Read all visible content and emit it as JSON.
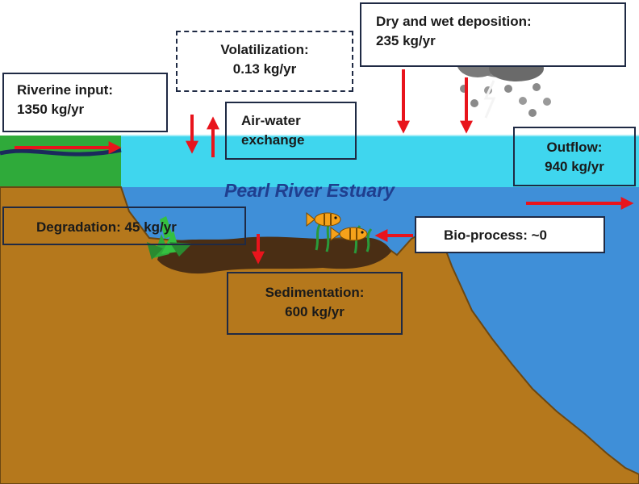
{
  "labels": {
    "riverine": {
      "title": "Riverine input:",
      "value": "1350 kg/yr"
    },
    "volatilization": {
      "title": "Volatilization:",
      "value": "0.13 kg/yr"
    },
    "deposition": {
      "title": "Dry and wet deposition:",
      "value": "235 kg/yr"
    },
    "air_water": {
      "line1": "Air-water",
      "line2": "exchange"
    },
    "outflow": {
      "title": "Outflow:",
      "value": "940 kg/yr"
    },
    "estuary": "Pearl River Estuary",
    "degradation": "Degradation: 45 kg/yr",
    "bio_process": "Bio-process: ~0",
    "sedimentation": {
      "title": "Sedimentation:",
      "value": "600 kg/yr"
    }
  },
  "icons": [
    "rain-cloud-icon",
    "fish-icon",
    "seaweed-icon",
    "plant-icon"
  ],
  "colors": {
    "sky": "#ffffff",
    "surface_water": "#3fd6ee",
    "water": "#3f8fd8",
    "seabed": "#b5781c",
    "land": "#2faa3a",
    "arrow": "#e8141c",
    "box_border": "#1f2a44",
    "estuary_text": "#1f3f8f"
  }
}
